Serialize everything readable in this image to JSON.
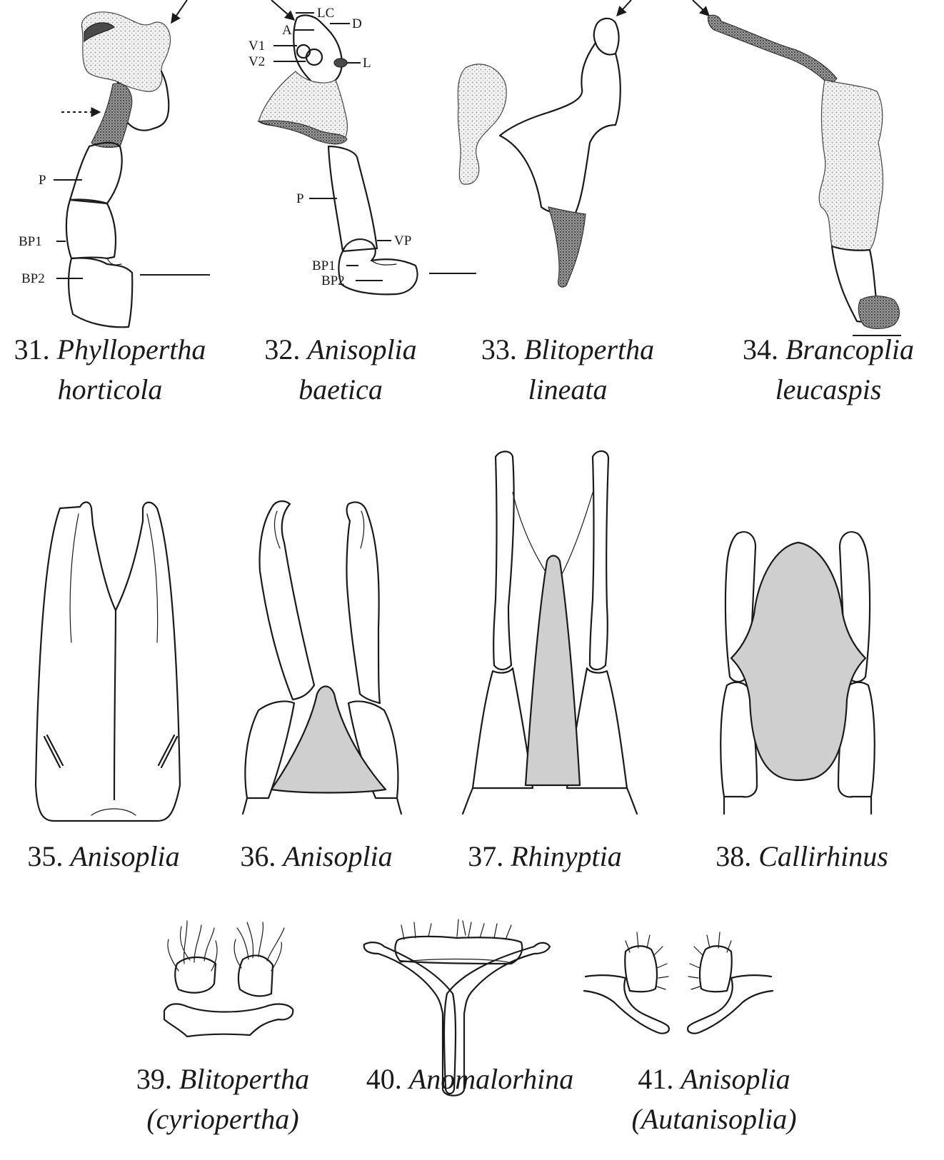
{
  "figures": [
    {
      "number": "31.",
      "genus": "Phyllopertha",
      "species": "horticola"
    },
    {
      "number": "32.",
      "genus": "Anisoplia",
      "species": "baetica"
    },
    {
      "number": "33.",
      "genus": "Blitopertha",
      "species": "lineata"
    },
    {
      "number": "34.",
      "genus": "Brancoplia",
      "species": "leucaspis"
    },
    {
      "number": "35.",
      "genus": "Anisoplia",
      "species": ""
    },
    {
      "number": "36.",
      "genus": "Anisoplia",
      "species": ""
    },
    {
      "number": "37.",
      "genus": "Rhinyptia",
      "species": ""
    },
    {
      "number": "38.",
      "genus": "Callirhinus",
      "species": ""
    },
    {
      "number": "39.",
      "genus": "Blitopertha",
      "species": "(cyriopertha)"
    },
    {
      "number": "40.",
      "genus": "Anomalorhina",
      "species": ""
    },
    {
      "number": "41.",
      "genus": "Anisoplia",
      "species": "(Autanisoplia)"
    }
  ],
  "labels": {
    "fig31": [
      "P",
      "BP1",
      "BP2"
    ],
    "fig32": [
      "LC",
      "A",
      "D",
      "V1",
      "V2",
      "L",
      "P",
      "VP",
      "BP1",
      "BP2"
    ]
  }
}
